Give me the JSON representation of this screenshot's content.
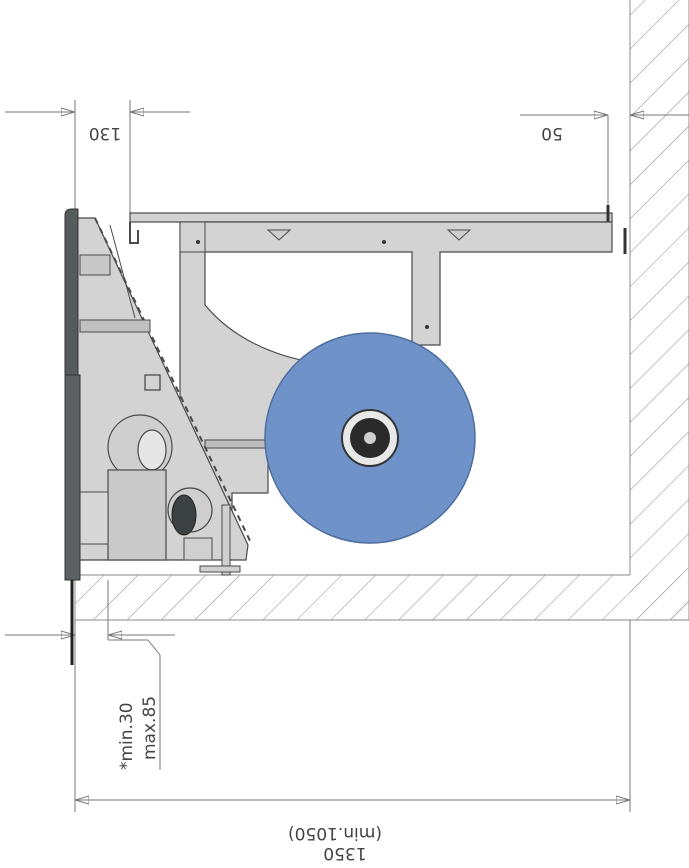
{
  "drawing": {
    "dimensions": {
      "top_left": "130",
      "top_right": "50",
      "bottom_main": "1350",
      "bottom_sub": "(min.1050)",
      "side_min": "*min.30",
      "side_max": "max.85"
    },
    "colors": {
      "roll_fill": "#6f93c8",
      "roll_edge": "#4d6e9e",
      "frame_fill": "#d3d3d3",
      "frame_stroke": "#4a4a4a",
      "panel_fill": "#555a5c",
      "hatch": "#8a8a8a",
      "dim_line": "#777777",
      "text": "#444444"
    }
  }
}
